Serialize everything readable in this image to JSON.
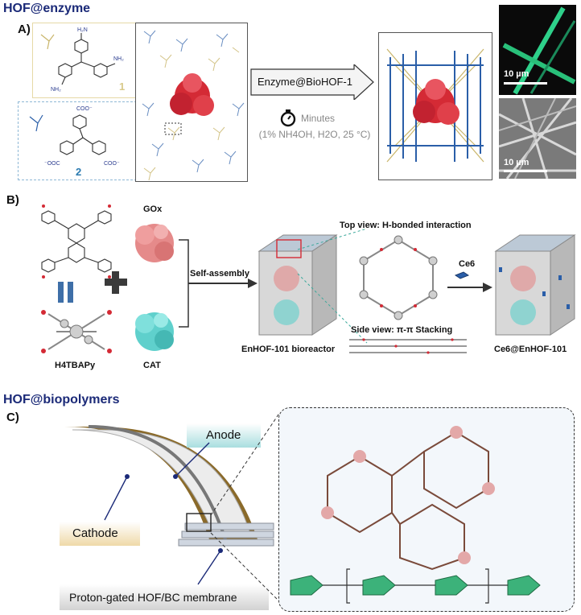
{
  "sections": {
    "enzyme_title": "HOF@enzyme",
    "biopolymers_title": "HOF@biopolymers"
  },
  "panel_a": {
    "letter": "A)",
    "ligand1_number": "1",
    "ligand2_number": "2",
    "arrow_label": "Enzyme@BioHOF-1",
    "time_label": "Minutes",
    "conditions": "(1% NH4OH, H2O, 25 °C)",
    "scalebar_top": "10 µm",
    "scalebar_bottom": "10 µm"
  },
  "panel_b": {
    "letter": "B)",
    "ligand_name": "H4TBAPy",
    "enzyme1": "GOx",
    "enzyme2": "CAT",
    "assembly_label": "Self-assembly",
    "top_view_label": "Top view: H-bonded interaction",
    "side_view_label": "Side view: π-π Stacking",
    "bioreactor_label": "EnHOF-101 bioreactor",
    "ce6_label": "Ce6",
    "product_label": "Ce6@EnHOF-101"
  },
  "panel_c": {
    "letter": "C)",
    "anode_label": "Anode",
    "cathode_label": "Cathode",
    "membrane_label": "Proton-gated HOF/BC membrane"
  },
  "colors": {
    "title_blue": "#1b2a78",
    "enzyme_red": "#d42a35",
    "gox_pink": "#e58a8a",
    "cat_cyan": "#5fd0cc",
    "hof_blue": "#2a5ea8",
    "hof_gold": "#c9b56a"
  }
}
